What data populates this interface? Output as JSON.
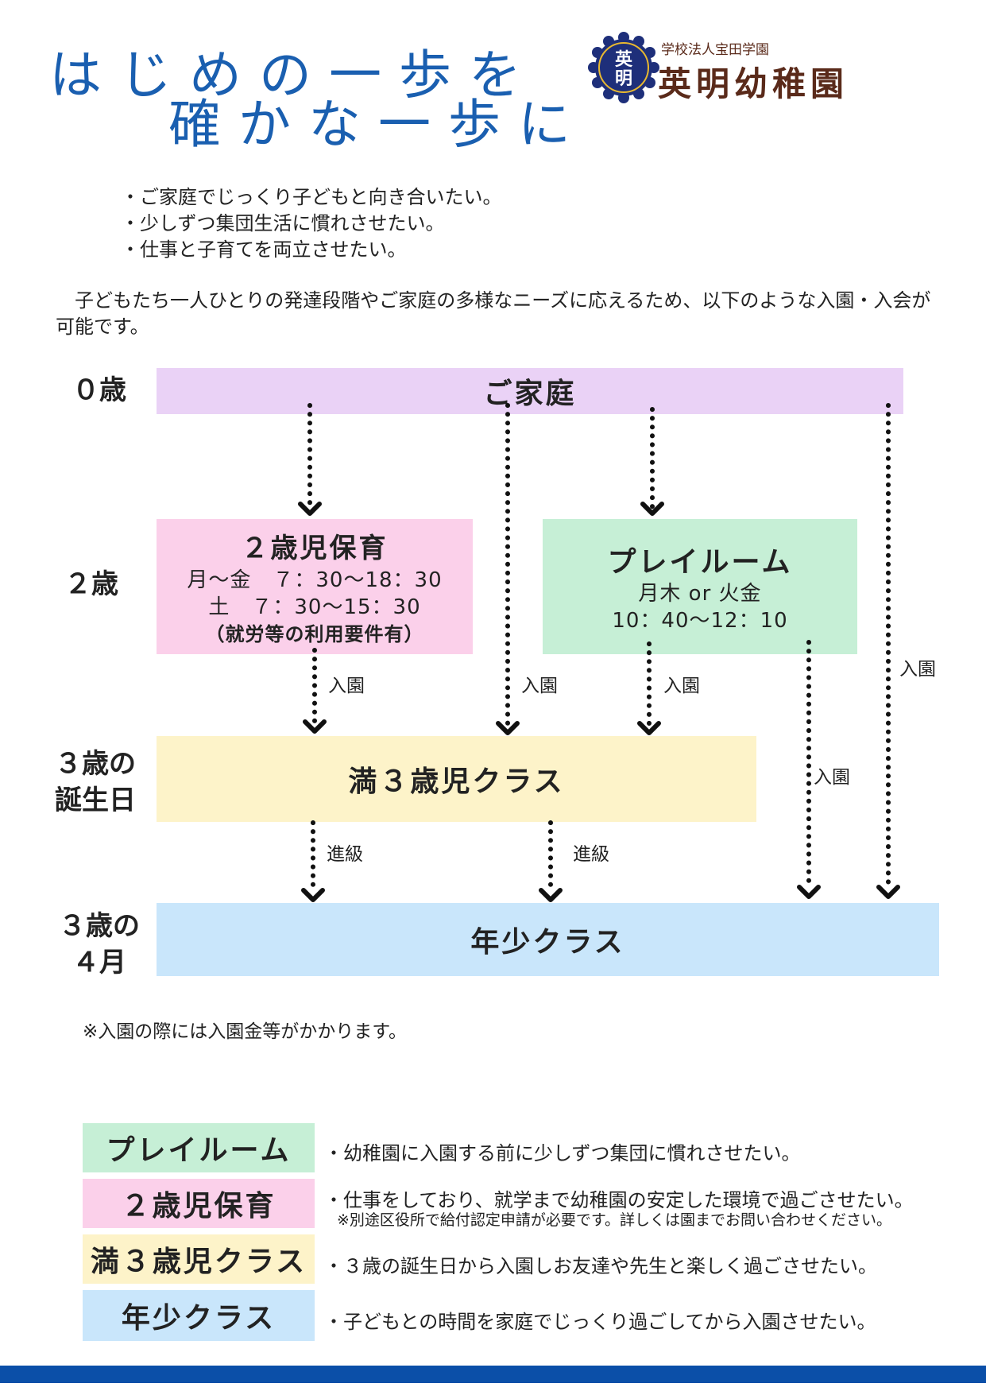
{
  "header": {
    "title_line1": "はじめの一歩を",
    "title_line2": "確かな一歩に",
    "logo_org": "学校法人宝田学園",
    "logo_name": "英明幼稚園",
    "emblem_top": "英",
    "emblem_bottom": "明"
  },
  "bullets": [
    "・ご家庭でじっくり子どもと向き合いたい。",
    "・少しずつ集団生活に慣れさせたい。",
    "・仕事と子育てを両立させたい。"
  ],
  "intro": "　子どもたち一人ひとりの発達段階やご家庭の多様なニーズに応えるため、以下のような入園・入会が可能です。",
  "ages": {
    "age0": "０歳",
    "age2": "２歳",
    "age3_birthday": "３歳の\n誕生日",
    "age3_april": "３歳の\n４月"
  },
  "boxes": {
    "home": "ご家庭",
    "nursery_title": "２歳児保育",
    "nursery_line1": "月～金　７：30～18：30",
    "nursery_line2": "土　７：30～15：30",
    "nursery_line3": "（就労等の利用要件有）",
    "playroom_title": "プレイルーム",
    "playroom_line1": "月木 or 火金",
    "playroom_line2": "10：40～12：10",
    "age3_class": "満３歳児クラス",
    "nenshou_class": "年少クラス"
  },
  "arrow_labels": {
    "enter": "入園",
    "advance": "進級"
  },
  "note": "※入園の際には入園金等がかかります。",
  "legend": [
    {
      "name": "プレイルーム",
      "color": "#c6efd6",
      "text": "・幼稚園に入園する前に少しずつ集団に慣れさせたい。",
      "sub": ""
    },
    {
      "name": "２歳児保育",
      "color": "#fbd0ea",
      "text": "・仕事をしており、就学まで幼稚園の安定した環境で過ごさせたい。",
      "sub": "※別途区役所で給付認定申請が必要です。詳しくは園までお問い合わせください。"
    },
    {
      "name": "満３歳児クラス",
      "color": "#fdf3c9",
      "text": "・３歳の誕生日から入園しお友達や先生と楽しく過ごさせたい。",
      "sub": ""
    },
    {
      "name": "年少クラス",
      "color": "#c9e6fb",
      "text": "・子どもとの時間を家庭でじっくり過ごしてから入園させたい。",
      "sub": ""
    }
  ],
  "colors": {
    "title": "#1a5fb0",
    "home": "#ead2f6",
    "nursery": "#fbd0ea",
    "playroom": "#c6efd6",
    "age3": "#fdf3c9",
    "nenshou": "#c9e6fb",
    "footer_bar": "#0b4fa8"
  }
}
